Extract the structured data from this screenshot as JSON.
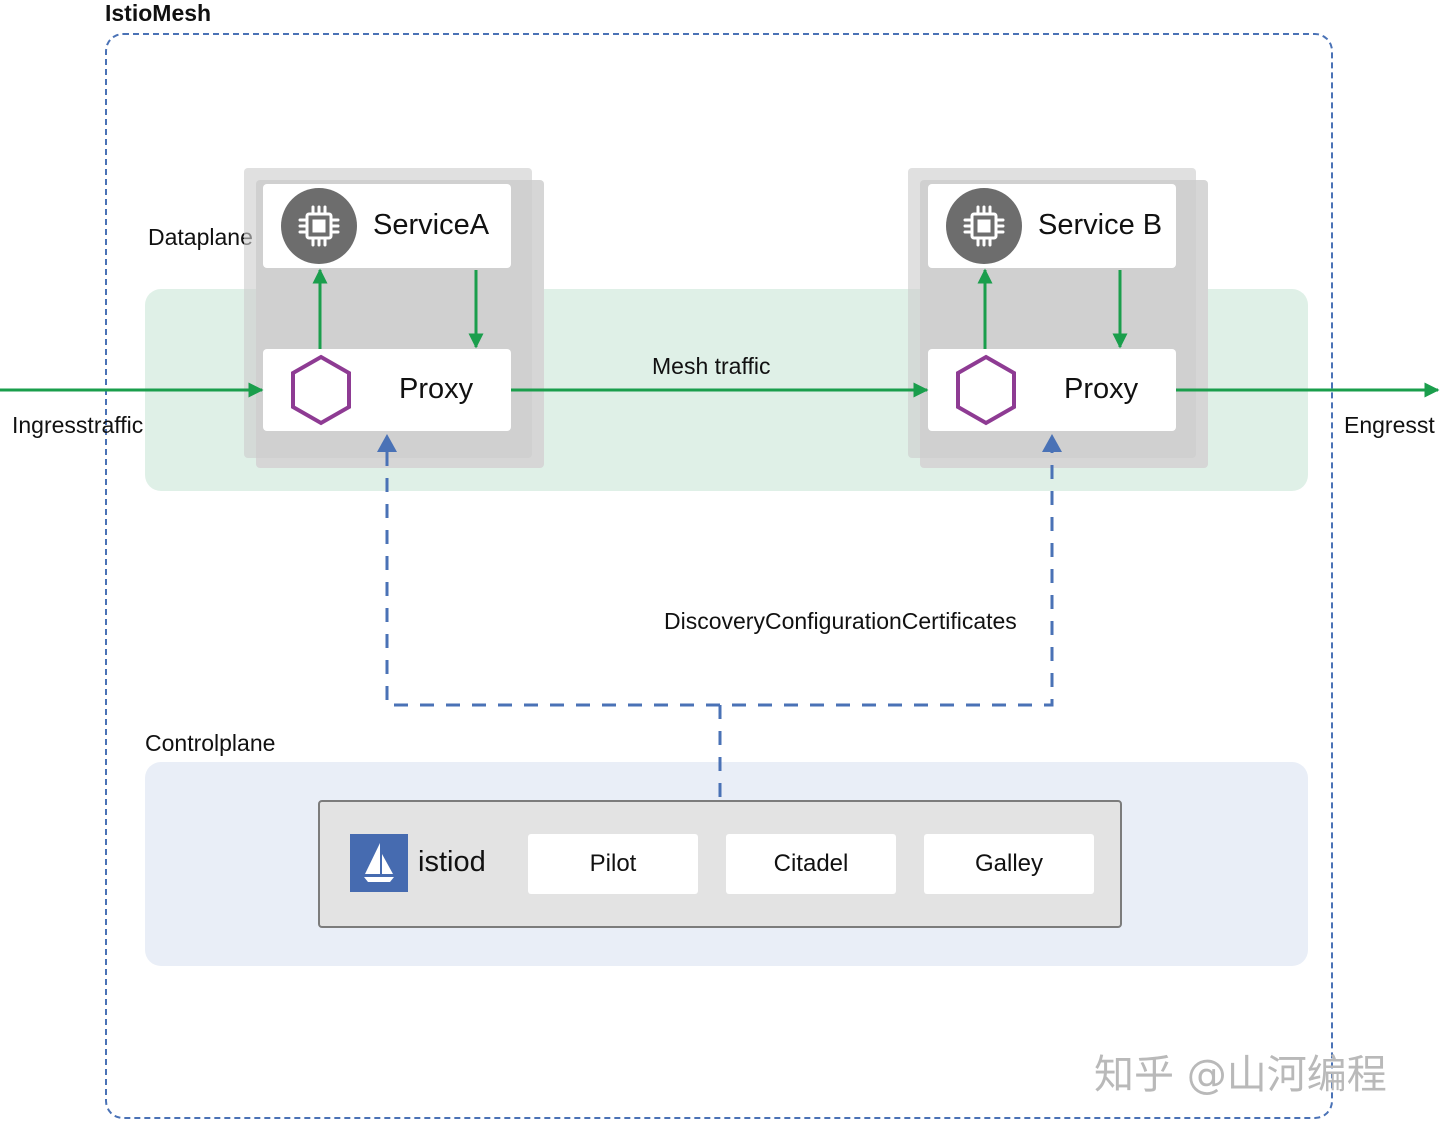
{
  "mesh": {
    "title": "IstioMesh"
  },
  "dataplane": {
    "label": "Dataplane",
    "service_a": {
      "name": "ServiceA",
      "icon": "chip-icon"
    },
    "service_b": {
      "name": "Service B",
      "icon": "chip-icon"
    },
    "proxy_a": {
      "label": "Proxy",
      "icon": "hexagon-icon"
    },
    "proxy_b": {
      "label": "Proxy",
      "icon": "hexagon-icon"
    }
  },
  "edges": {
    "ingress": "Ingresstraffic",
    "egress": "Engresst",
    "mesh_traffic": "Mesh traffic",
    "control_link": "DiscoveryConfigurationCertificates"
  },
  "controlplane": {
    "label": "Controlplane",
    "istiod": {
      "name": "istiod",
      "icon": "istio-sail-icon"
    },
    "components": [
      "Pilot",
      "Citadel",
      "Galley"
    ]
  },
  "watermark": "知乎 @山河编程",
  "colors": {
    "traffic_green": "#1a9e4c",
    "control_blue": "#4a72b6",
    "proxy_purple": "#8e3b93",
    "istio_blue": "#466bb0"
  }
}
